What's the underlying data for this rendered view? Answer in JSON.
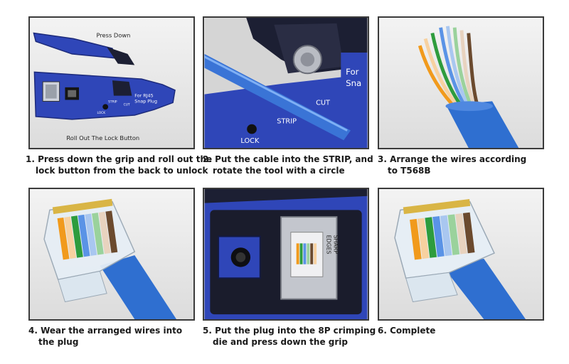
{
  "colors": {
    "tool_blue": "#2f46b8",
    "tool_dark": "#1c1f33",
    "cable_blue": "#3a74d6",
    "panel_border": "#3b3b3b"
  },
  "panel1": {
    "label_press": "Press Down",
    "label_roll": "Roll Out The Lock Button",
    "label_for": "For RJ45",
    "label_snap": "Snap Plug",
    "label_strip": "STRIP",
    "label_cut": "CUT",
    "label_lock": "LOCK"
  },
  "panel2": {
    "label_for": "For",
    "label_snap": "Sna",
    "label_cut": "CUT",
    "label_strip": "STRIP",
    "label_lock": "LOCK"
  },
  "panel5": {
    "label_sharp": "SHARP",
    "label_edges": "EDGES"
  },
  "steps": [
    {
      "line1": "1. Press down the grip and roll out the",
      "line2": "lock button from the back to unlock"
    },
    {
      "line1": "2. Put the cable into the STRIP, and",
      "line2": "rotate the tool with a circle"
    },
    {
      "line1": "3. Arrange the wires according",
      "line2": "to T568B"
    },
    {
      "line1": "4. Wear the arranged wires into",
      "line2": "the plug"
    },
    {
      "line1": "5. Put the plug into the 8P crimping",
      "line2": "die and press down the grip"
    },
    {
      "line1": "6. Complete",
      "line2": ""
    }
  ]
}
